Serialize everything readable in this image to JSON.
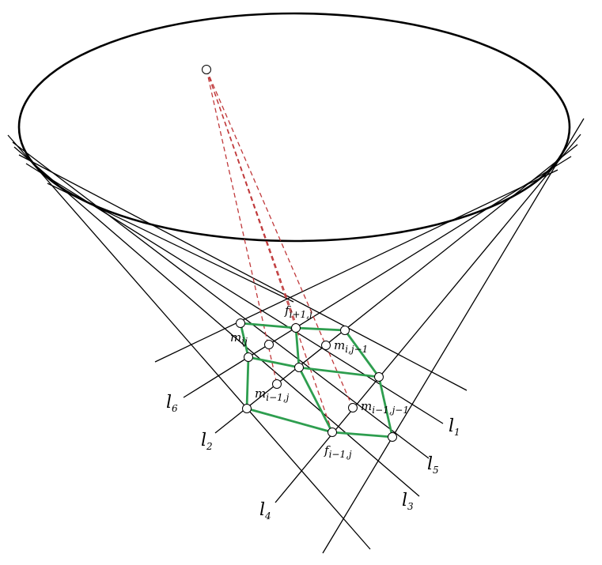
{
  "colors": {
    "line": "#000000",
    "mesh": "#2e9e4f",
    "ray": "#c0393b",
    "node_fill": "#ffffff"
  },
  "labels": {
    "l1": {
      "base": "l",
      "sub": "1"
    },
    "l2": {
      "base": "l",
      "sub": "2"
    },
    "l3": {
      "base": "l",
      "sub": "3"
    },
    "l4": {
      "base": "l",
      "sub": "4"
    },
    "l5": {
      "base": "l",
      "sub": "5"
    },
    "l6": {
      "base": "l",
      "sub": "6"
    },
    "f_top": {
      "base": "f",
      "sub": "i+1,j"
    },
    "f_bottom": {
      "base": "f",
      "sub": "i−1,j"
    },
    "m_ij": {
      "base": "m",
      "sub": "ij"
    },
    "m_i_jm1": {
      "base": "m",
      "sub": "i,j−1"
    },
    "m_im1_j": {
      "base": "m",
      "sub": "i−1,j"
    },
    "m_im1_jm1": {
      "base": "m",
      "sub": "i−1,j−1"
    }
  }
}
